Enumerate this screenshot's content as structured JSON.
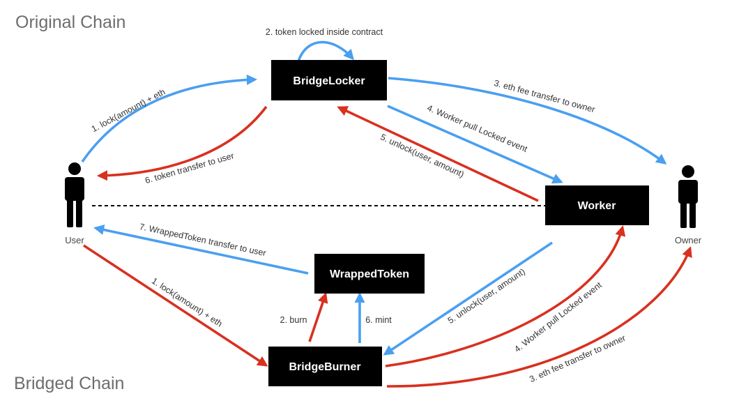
{
  "titles": {
    "original": "Original Chain",
    "bridged": "Bridged Chain"
  },
  "nodes": {
    "bridge_locker": "BridgeLocker",
    "worker": "Worker",
    "wrapped_token": "WrappedToken",
    "bridge_burner": "BridgeBurner"
  },
  "actors": {
    "user": "User",
    "owner": "Owner"
  },
  "edges": {
    "locker_self": "2. token locked inside contract",
    "user_lock": "1. lock(amount) + eth",
    "locker_fee": "3. eth fee transfer to owner",
    "locker_worker_pull": "4. Worker pull Locked event",
    "worker_unlock_locker": "5.  unlock(user, amount)",
    "locker_token_transfer": "6.  token transfer to user",
    "wrapped_transfer_user": "7. WrappedToken transfer to user",
    "user_lock_burner": "1. lock(amount) + eth",
    "burn": "2. burn",
    "mint": "6. mint",
    "worker_unlock_burner": "5. unlock(user, amount)",
    "burner_worker_pull": "4. Worker pull Locked event",
    "burner_fee": "3. eth fee transfer to owner"
  },
  "colors": {
    "blue_arrow": "#4a9ff0",
    "red_arrow": "#d9301f",
    "box_fill": "#000000",
    "box_text": "#ffffff"
  }
}
